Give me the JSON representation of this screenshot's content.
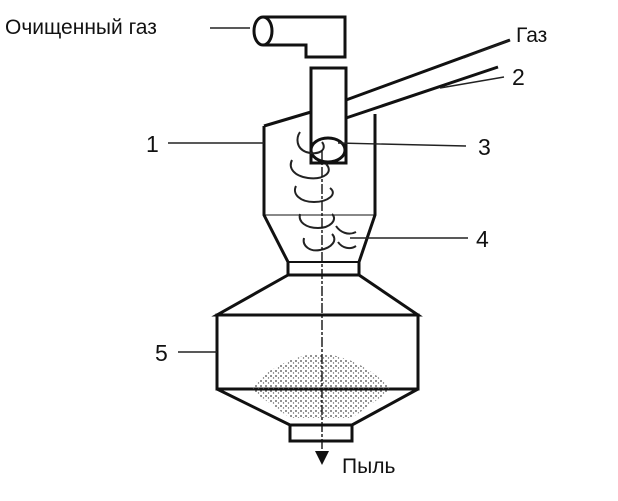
{
  "labels": {
    "clean_gas": "Очищенный газ",
    "gas": "Газ",
    "dust": "Пыль",
    "n1": "1",
    "n2": "2",
    "n3": "3",
    "n4": "4",
    "n5": "5"
  },
  "colors": {
    "line": "#111111",
    "dust": "#555555",
    "background": "#ffffff"
  }
}
